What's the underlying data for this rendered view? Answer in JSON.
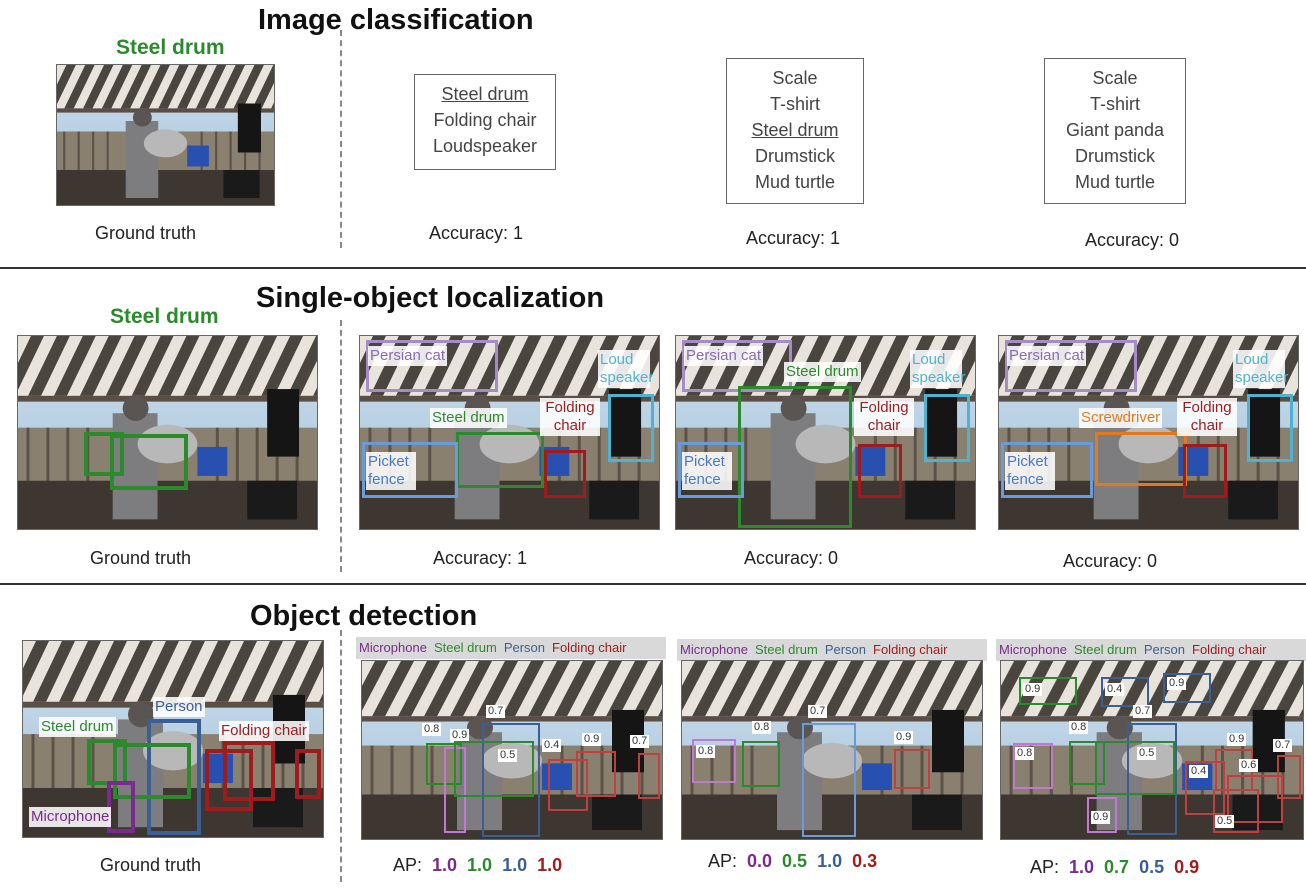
{
  "sections": {
    "classification": {
      "title": "Image classification",
      "gt_label": "Steel drum",
      "gt_caption": "Ground truth",
      "predictions": [
        {
          "labels": [
            "Steel drum",
            "Folding chair",
            "Loudspeaker"
          ],
          "correct_index": 0,
          "accuracy": "Accuracy: 1"
        },
        {
          "labels": [
            "Scale",
            "T-shirt",
            "Steel drum",
            "Drumstick",
            "Mud turtle"
          ],
          "correct_index": 2,
          "accuracy": "Accuracy: 1"
        },
        {
          "labels": [
            "Scale",
            "T-shirt",
            "Giant panda",
            "Drumstick",
            "Mud turtle"
          ],
          "correct_index": -1,
          "accuracy": "Accuracy: 0"
        }
      ]
    },
    "localization": {
      "title": "Single-object localization",
      "gt_label": "Steel drum",
      "gt_caption": "Ground truth",
      "panels": [
        {
          "labels": [
            "Persian cat",
            "Loud speaker",
            "Steel drum",
            "Folding chair",
            "Picket fence"
          ],
          "accuracy": "Accuracy: 1"
        },
        {
          "labels": [
            "Persian cat",
            "Loud speaker",
            "Steel drum",
            "Folding chair",
            "Picket fence"
          ],
          "accuracy": "Accuracy: 0"
        },
        {
          "labels": [
            "Persian cat",
            "Loud speaker",
            "Screwdriver",
            "Folding chair",
            "Picket fence"
          ],
          "accuracy": "Accuracy: 0"
        }
      ]
    },
    "detection": {
      "title": "Object detection",
      "gt_caption": "Ground truth",
      "gt_labels": {
        "person": "Person",
        "drum": "Steel drum",
        "chair": "Folding chair",
        "mic": "Microphone"
      },
      "legend": [
        "Microphone",
        "Steel drum",
        "Person",
        "Folding chair"
      ],
      "panels": [
        {
          "scores": [
            "0.7",
            "0.8",
            "0.9",
            "0.5",
            "0.4",
            "0.9",
            "0.7"
          ],
          "ap_label": "AP:",
          "ap": [
            "1.0",
            "1.0",
            "1.0",
            "1.0"
          ]
        },
        {
          "scores": [
            "0.7",
            "0.8",
            "0.8",
            "0.9"
          ],
          "ap_label": "AP:",
          "ap": [
            "0.0",
            "0.5",
            "1.0",
            "0.3"
          ]
        },
        {
          "scores": [
            "0.9",
            "0.4",
            "0.9",
            "0.7",
            "0.8",
            "0.8",
            "0.5",
            "0.9",
            "0.9",
            "0.7",
            "0.4",
            "0.6",
            "0.5"
          ],
          "ap_label": "AP:",
          "ap": [
            "1.0",
            "0.7",
            "0.5",
            "0.9"
          ]
        }
      ]
    }
  },
  "colors": {
    "mic": "#7a2a8c",
    "drum": "#2b8a2b",
    "person": "#3a5f95",
    "chair": "#a01c1c",
    "speaker": "#4fb3cf",
    "cat": "#a58bc7",
    "fence": "#6a9bd8",
    "screwdriver": "#e07a20"
  }
}
